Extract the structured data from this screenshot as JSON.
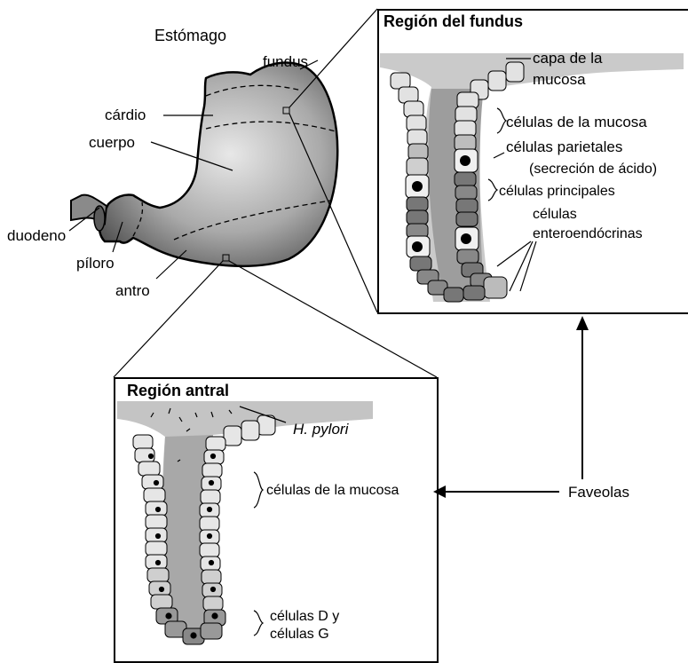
{
  "stomach": {
    "title": "Estómago",
    "labels": {
      "fundus": "fundus",
      "cardio": "cárdio",
      "cuerpo": "cuerpo",
      "duodeno": "duodeno",
      "piloro": "píloro",
      "antro": "antro"
    }
  },
  "fundus_panel": {
    "title": "Región del fundus",
    "labels": {
      "capa": "capa de la",
      "capa2": "mucosa",
      "celulas_mucosa": "células de la mucosa",
      "parietales": "células parietales",
      "parietales_sub": "(secreción de ácido)",
      "principales": "células principales",
      "entero1": "células",
      "entero2": "enteroendócrinas"
    }
  },
  "antral_panel": {
    "title": "Región antral",
    "labels": {
      "hpylori": "H. pylori",
      "celulas_mucosa": "células de la mucosa",
      "dg1": "células D y",
      "dg2": "células G"
    }
  },
  "faveolas": "Faveolas",
  "colors": {
    "line": "#000000",
    "mucosa": "#bdbdbd",
    "stomach": "#9a9a9a"
  }
}
